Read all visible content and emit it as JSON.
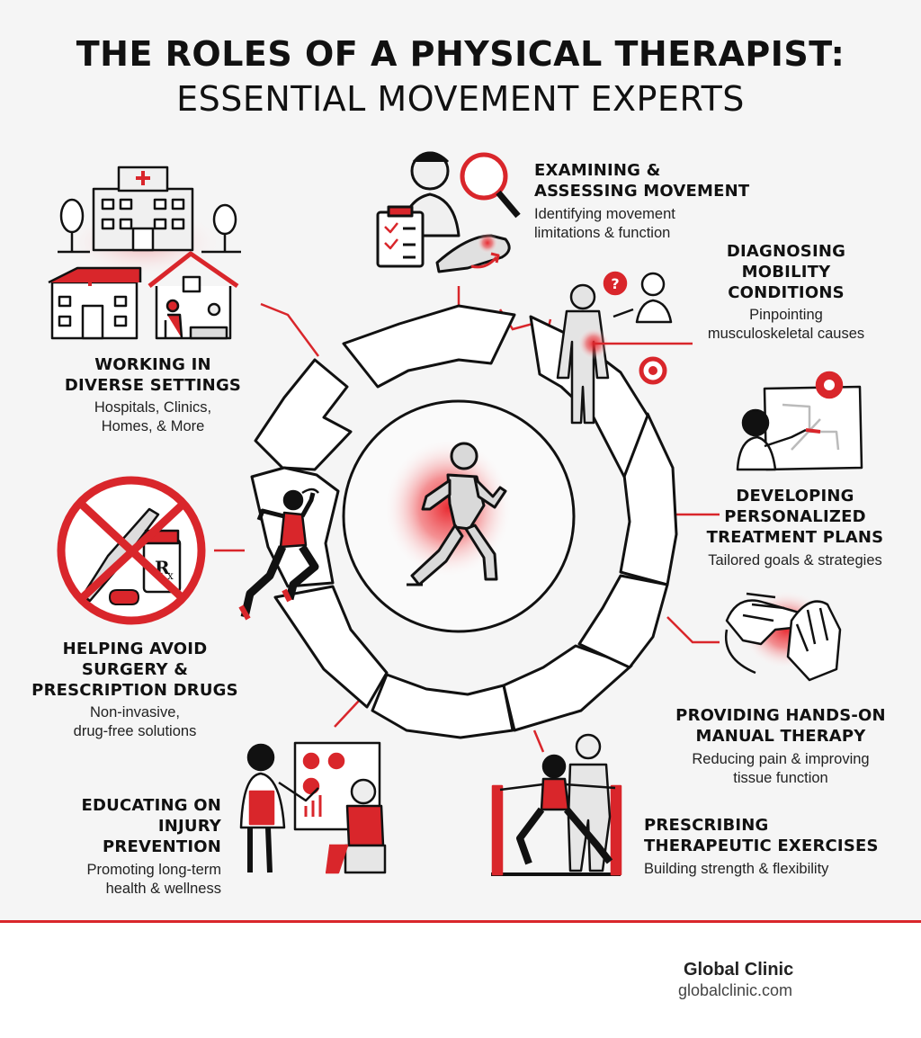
{
  "title": {
    "line1": "THE ROLES OF A PHYSICAL THERAPIST:",
    "line2": "ESSENTIAL MOVEMENT EXPERTS"
  },
  "roles": [
    {
      "id": "examining",
      "title_lines": [
        "EXAMINING &",
        "ASSESSING MOVEMENT"
      ],
      "desc_lines": [
        "Identifying movement",
        "limitations & function"
      ]
    },
    {
      "id": "diagnosing",
      "title_lines": [
        "DIAGNOSING",
        "MOBILITY",
        "CONDITIONS"
      ],
      "desc_lines": [
        "Pinpointing",
        "musculoskeletal causes"
      ]
    },
    {
      "id": "developing",
      "title_lines": [
        "DEVELOPING",
        "PERSONALIZED",
        "TREATMENT PLANS"
      ],
      "desc_lines": [
        "Tailored goals & strategies"
      ]
    },
    {
      "id": "manual",
      "title_lines": [
        "PROVIDING HANDS-ON",
        "MANUAL THERAPY"
      ],
      "desc_lines": [
        "Reducing pain & improving",
        "tissue function"
      ]
    },
    {
      "id": "exercises",
      "title_lines": [
        "PRESCRIBING",
        "THERAPEUTIC EXERCISES"
      ],
      "desc_lines": [
        "Building strength & flexibility"
      ]
    },
    {
      "id": "educating",
      "title_lines": [
        "EDUCATING ON",
        "INJURY PREVENTION"
      ],
      "desc_lines": [
        "Promoting long-term",
        "health & wellness"
      ]
    },
    {
      "id": "avoid",
      "title_lines": [
        "HELPING AVOID",
        "SURGERY &",
        "PRESCRIPTION DRUGS"
      ],
      "desc_lines": [
        "Non-invasive,",
        "drug-free solutions"
      ]
    },
    {
      "id": "settings",
      "title_lines": [
        "WORKING IN",
        "DIVERSE SETTINGS"
      ],
      "desc_lines": [
        "Hospitals, Clinics,",
        "Homes, & More"
      ]
    }
  ],
  "icon_labels": {
    "rx": "R",
    "rx_sub": "x",
    "question": "?"
  },
  "footer": {
    "brand": "Global Clinic",
    "url": "globalclinic.com"
  },
  "colors": {
    "accent": "#d9262b",
    "ink": "#111111",
    "background": "#f5f5f5"
  }
}
